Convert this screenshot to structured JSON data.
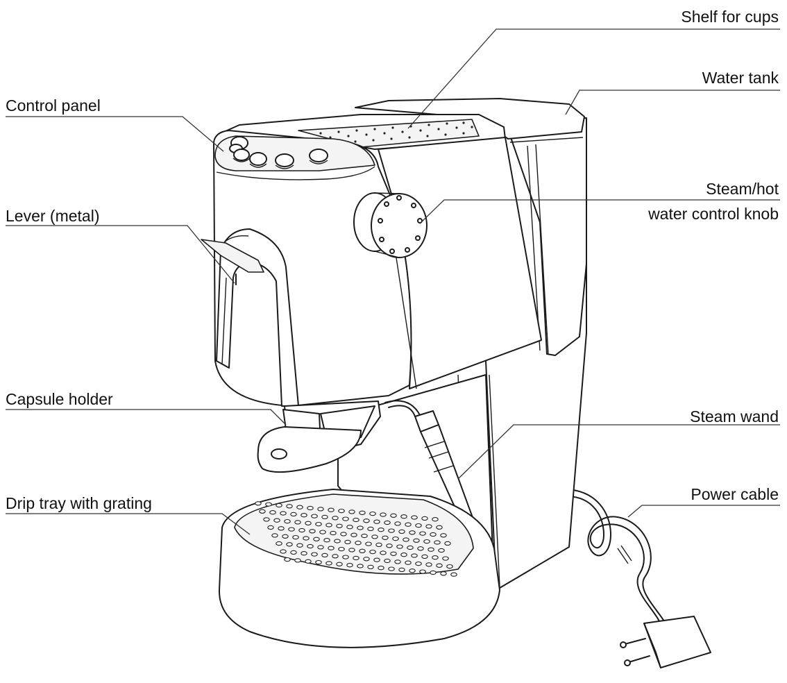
{
  "labels": {
    "shelf": "Shelf for cups",
    "tank": "Water tank",
    "control": "Control panel",
    "steam_knob_1": "Steam/hot",
    "steam_knob_2": "water control knob",
    "lever": "Lever (metal)",
    "capsule": "Capsule holder",
    "wand": "Steam wand",
    "drip": "Drip tray with grating",
    "cable": "Power cable"
  },
  "colors": {
    "line": "#1a1a1a",
    "background": "#ffffff"
  }
}
